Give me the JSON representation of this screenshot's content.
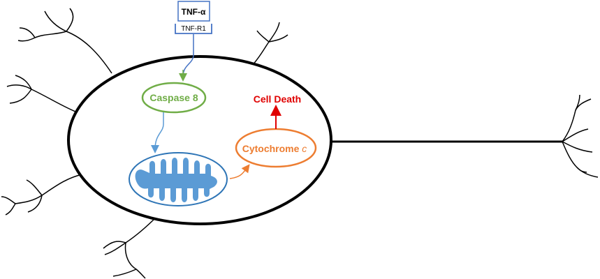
{
  "receptor": {
    "ligand_label": "TNF-α",
    "receptor_label": "TNF-R1"
  },
  "nodes": {
    "caspase_label": "Caspase 8",
    "cytochrome_label": "Cytochrome",
    "cytochrome_suffix": "c",
    "death_label": "Cell Death"
  },
  "colors": {
    "membrane": "#000000",
    "receptor": "#4472c4",
    "caspase": "#70ad47",
    "mitochondrion_fill": "#5b9bd5",
    "mitochondrion_outline": "#2e75b6",
    "cytochrome": "#ed7d31",
    "death": "#e00000",
    "arrow_blue": "#5b9bd5"
  },
  "icons": {
    "cell": "neuron-cell-body",
    "organelle": "mitochondrion-icon"
  }
}
